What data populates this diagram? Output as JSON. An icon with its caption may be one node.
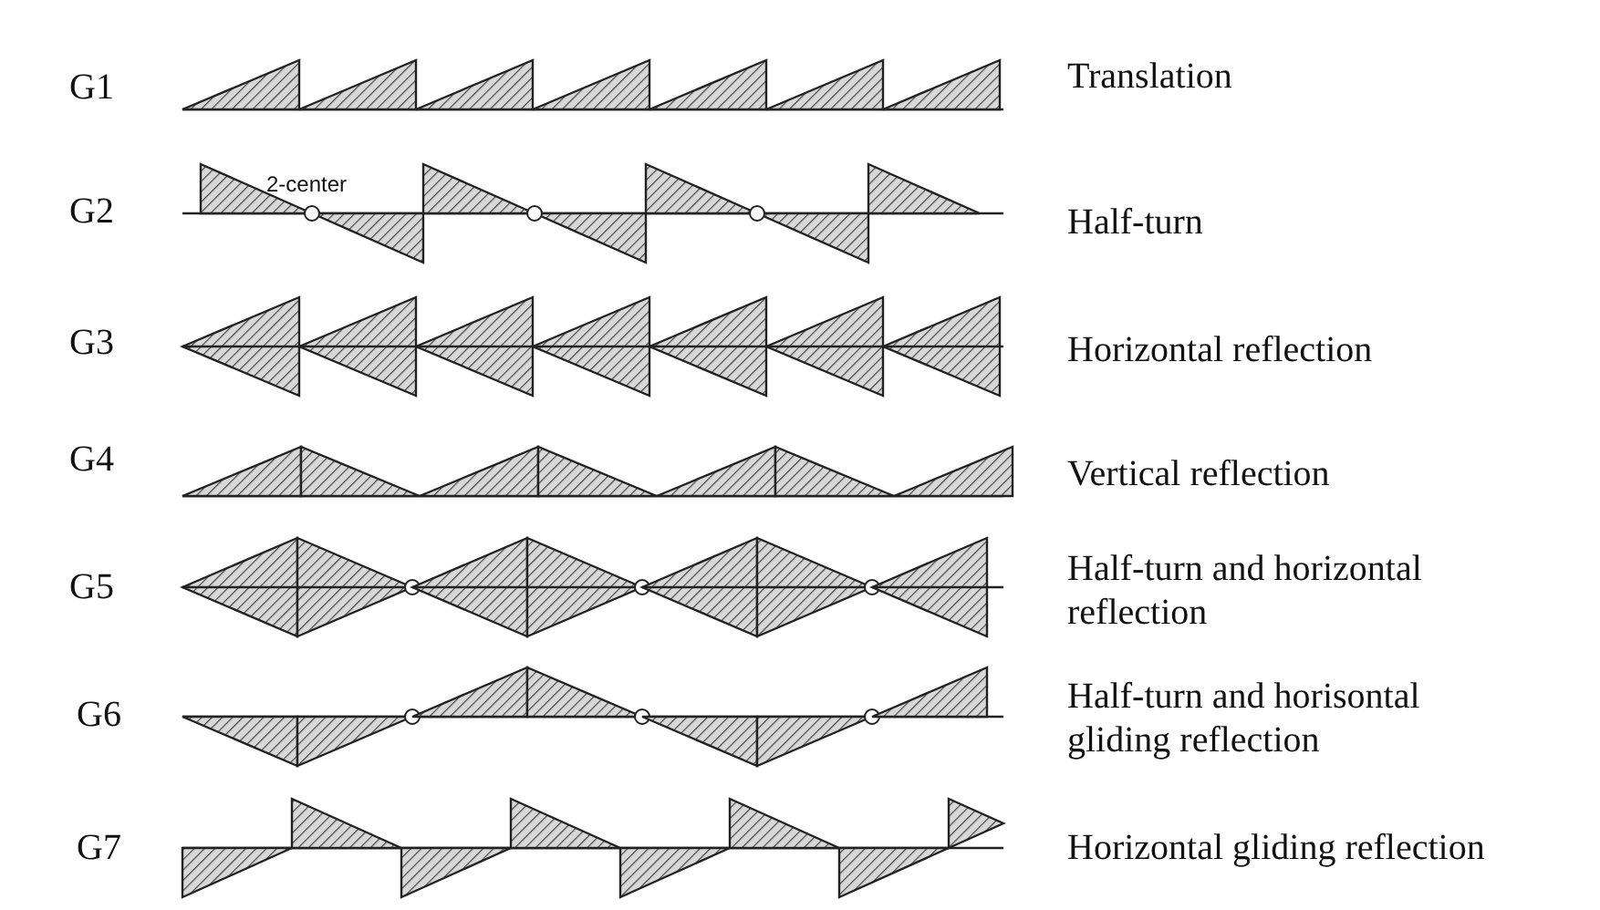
{
  "diagram": {
    "labels": [
      "G1",
      "Translation",
      "G2",
      "2-center",
      "Half-turn",
      "G3",
      "Horizontal reflection",
      "G4",
      "Vertical reflection",
      "G5",
      "Half-turn and horizontal reflection",
      "G6",
      "Half-turn and horisontal gliding reflection",
      "G7",
      "Horizontal gliding reflection"
    ]
  }
}
